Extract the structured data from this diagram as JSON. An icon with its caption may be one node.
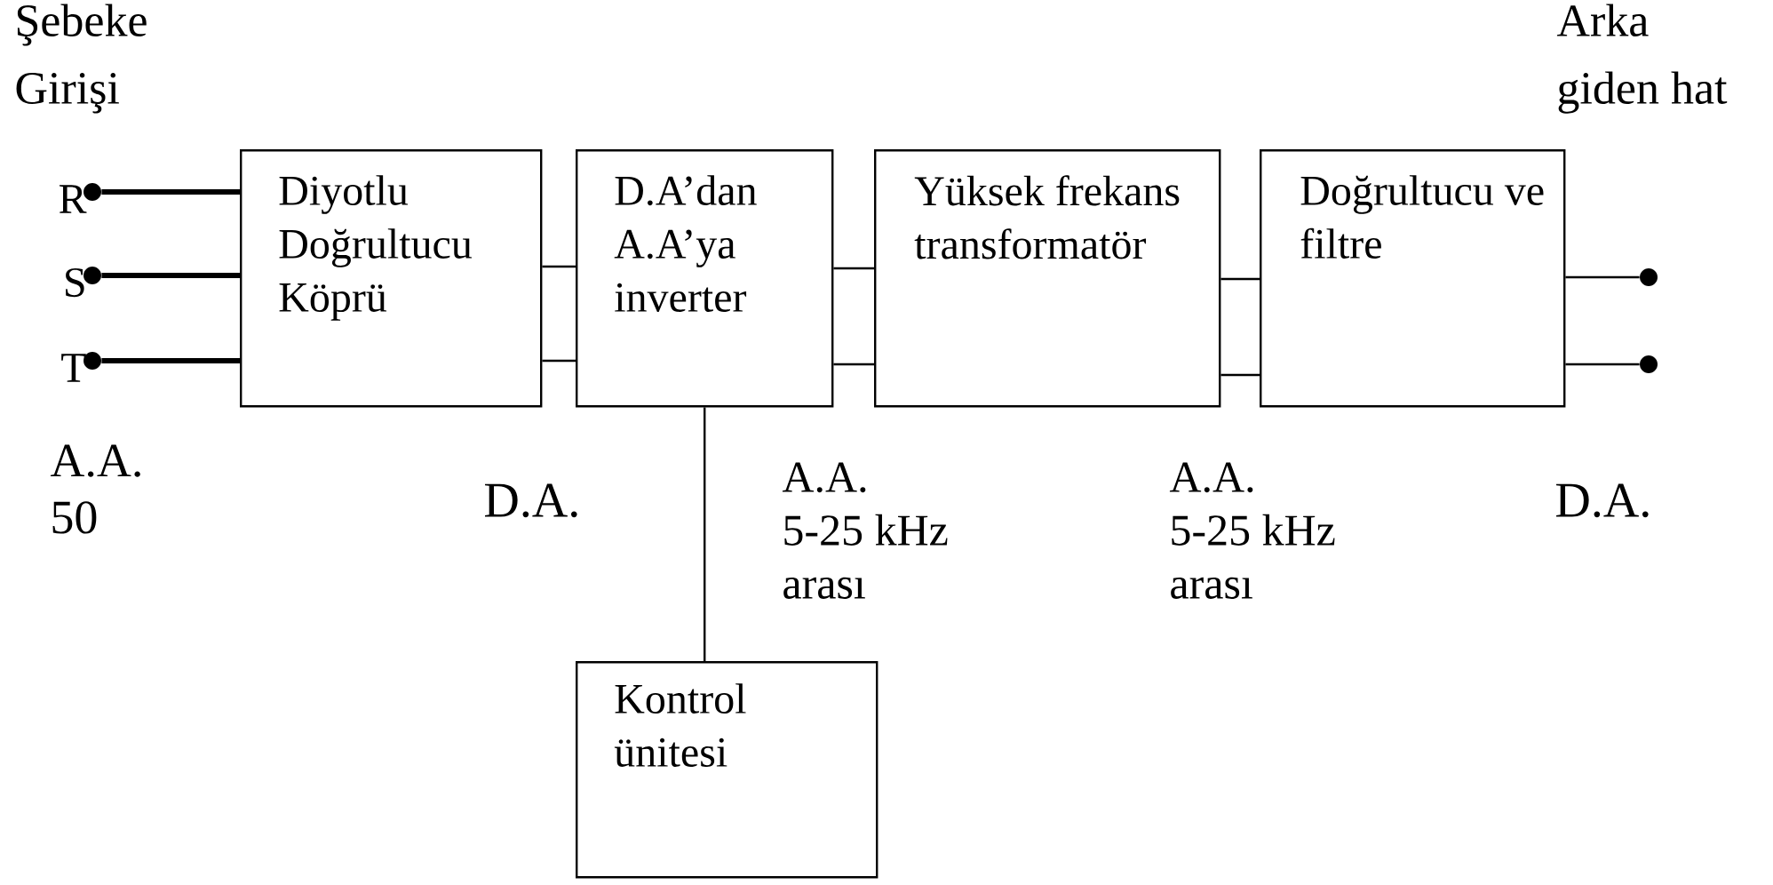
{
  "diagram": {
    "nodes": [
      {
        "text": [
          "Diyotlu Doğrultucu Köprü"
        ]
      },
      {
        "text": [
          "D.A’dan A.A’ya inverter"
        ]
      },
      {
        "text": [
          "Yüksek frekans transformatör"
        ]
      },
      {
        "text": [
          "Doğrultucu ve filtre"
        ]
      },
      {
        "text": [
          "Kontrol ünitesi"
        ]
      },
      {
        "text": [],
        "shape": "circle",
        "beside": [
          "R"
        ]
      },
      {
        "text": [],
        "shape": "circle",
        "beside": [
          "S"
        ]
      },
      {
        "text": [],
        "shape": "circle",
        "beside": [
          "T"
        ]
      },
      {
        "text": [],
        "shape": "circle"
      },
      {
        "text": [],
        "shape": "circle"
      }
    ],
    "edges": [
      {
        "from": 5,
        "to": 0,
        "arrow": "none",
        "style": "thick"
      },
      {
        "from": 6,
        "to": 0,
        "arrow": "none",
        "style": "thick"
      },
      {
        "from": 7,
        "to": 0,
        "arrow": "none",
        "style": "thick"
      },
      {
        "from": 0,
        "to": 1,
        "arrow": "none"
      },
      {
        "from": 0,
        "to": 1,
        "arrow": "none"
      },
      {
        "from": 1,
        "to": 2,
        "arrow": "none"
      },
      {
        "from": 1,
        "to": 2,
        "arrow": "none"
      },
      {
        "from": 2,
        "to": 3,
        "arrow": "none"
      },
      {
        "from": 2,
        "to": 3,
        "arrow": "none"
      },
      {
        "from": 3,
        "to": 8,
        "arrow": "none"
      },
      {
        "from": 3,
        "to": 9,
        "arrow": "none"
      },
      {
        "from": 1,
        "to": 4,
        "arrow": "none"
      }
    ],
    "labels": [
      "Şebeke Girişi",
      "Arka giden hat",
      "A.A. 50",
      "D.A.",
      "A.A. 5-25 kHz arası",
      "A.A. 5-25 kHz arası",
      "D.A."
    ]
  }
}
